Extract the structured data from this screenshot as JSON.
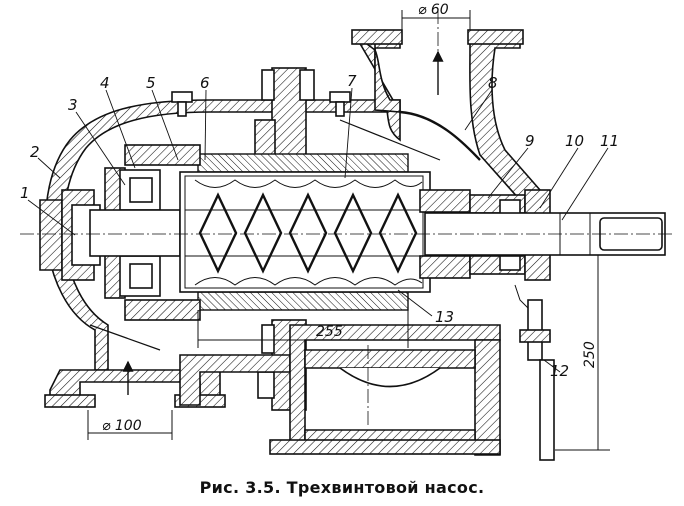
{
  "caption": "Рис. 3.5. Трехвинтовой насос.",
  "labels": {
    "l1": "1",
    "l2": "2",
    "l3": "3",
    "l4": "4",
    "l5": "5",
    "l6": "6",
    "l7": "7",
    "l8": "8",
    "l9": "9",
    "l10": "10",
    "l11": "11",
    "l12": "12",
    "l13": "13"
  },
  "dimensions": {
    "outlet_diameter": "⌀ 60",
    "inlet_diameter": "⌀ 100",
    "screw_length": "255",
    "height": "250"
  }
}
